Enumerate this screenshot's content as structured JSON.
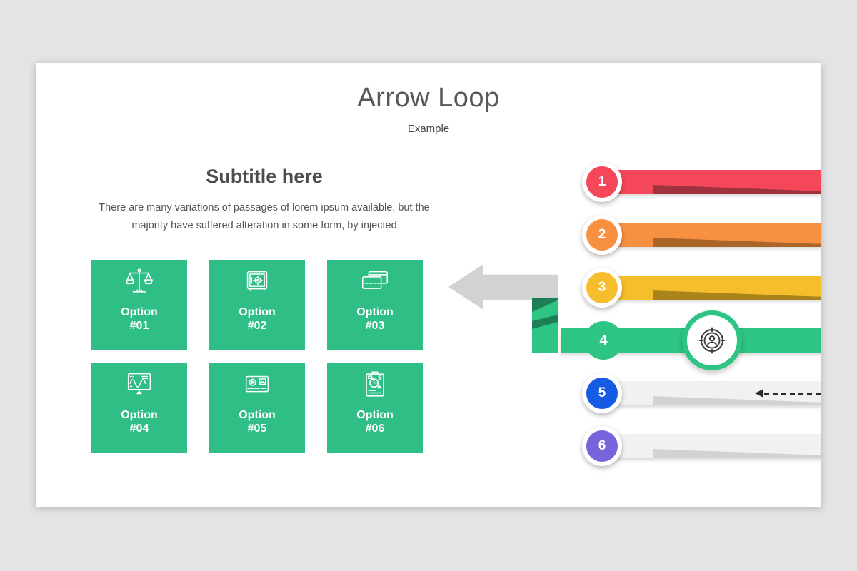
{
  "header": {
    "title": "Arrow Loop",
    "subtitle": "Example"
  },
  "section": {
    "title": "Subtitle here",
    "body_line1": "There are many variations of passages of lorem ipsum available, but the",
    "body_line2": "majority have suffered alteration in some form, by injected"
  },
  "options": [
    {
      "line1": "Option",
      "line2": "#01",
      "icon": "balance-scale-icon"
    },
    {
      "line1": "Option",
      "line2": "#02",
      "icon": "safe-icon"
    },
    {
      "line1": "Option",
      "line2": "#03",
      "icon": "credit-cards-icon"
    },
    {
      "line1": "Option",
      "line2": "#04",
      "icon": "monitor-chart-icon"
    },
    {
      "line1": "Option",
      "line2": "#05",
      "icon": "media-card-icon"
    },
    {
      "line1": "Option",
      "line2": "#06",
      "icon": "financial-report-icon"
    }
  ],
  "steps": [
    {
      "number": "1",
      "circle_color": "#f4475a",
      "bar_color": "#f4475a",
      "fold_color": "#9e323f"
    },
    {
      "number": "2",
      "circle_color": "#f79041",
      "bar_color": "#f79041",
      "fold_color": "#a96628"
    },
    {
      "number": "3",
      "circle_color": "#f6be2c",
      "bar_color": "#f6be2c",
      "fold_color": "#a9831c"
    },
    {
      "number": "4",
      "circle_color": "#2ec584",
      "bar_color": "#2ec584",
      "fold_color": "#1c7f55"
    },
    {
      "number": "5",
      "circle_color": "#155be3",
      "bar_color": "#f1f1f2",
      "fold_color": "#d2d2d3"
    },
    {
      "number": "6",
      "circle_color": "#7763da",
      "bar_color": "#f1f1f2",
      "fold_color": "#d2d2d3"
    }
  ],
  "decorations": {
    "loop_arrow_icon": "arrow-left-icon",
    "target_icon": "target-user-icon",
    "dashed_arrow_icon": "dashed-arrow-left-icon",
    "box_color": "#2fbe85",
    "arrow_color": "#d2d2d2"
  }
}
